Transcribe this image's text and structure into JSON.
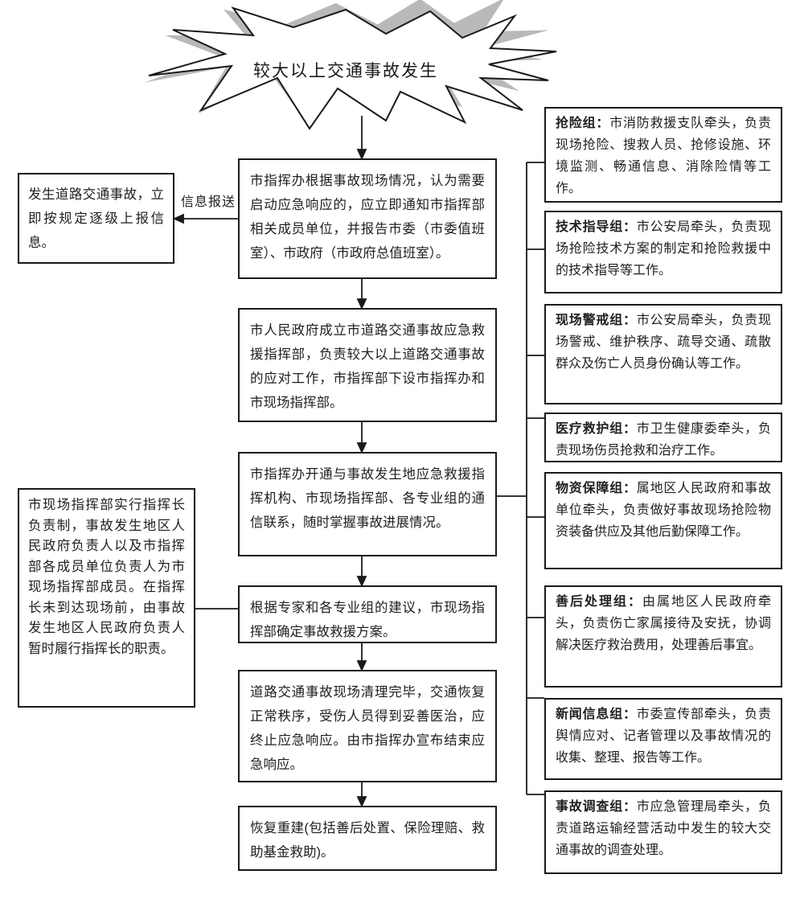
{
  "starburst": {
    "label": "较大以上交通事故发生"
  },
  "edge_labels": {
    "info_report": "信息报送"
  },
  "left_boxes": [
    {
      "text": "发生道路交通事故，立即按规定逐级上报信息。"
    },
    {
      "text": "市现场指挥部实行指挥长负责制，事故发生地区人民政府负责人以及市指挥部各成员单位负责人为市现场指挥部成员。在指挥长未到达现场前，由事故发生地区人民政府负责人暂时履行指挥长的职责。"
    }
  ],
  "center_boxes": [
    {
      "text": "市指挥办根据事故现场情况，认为需要启动应急响应的，应立即通知市指挥部相关成员单位，并报告市委（市委值班室）、市政府（市政府总值班室）。"
    },
    {
      "text": "市人民政府成立市道路交通事故应急救援指挥部，负责较大以上道路交通事故的应对工作，市指挥部下设市指挥办和市现场指挥部。"
    },
    {
      "text": "市指挥办开通与事故发生地应急救援指挥机构、市现场指挥部、各专业组的通信联系，随时掌握事故进展情况。"
    },
    {
      "text": "根据专家和各专业组的建议，市现场指挥部确定事故救援方案。"
    },
    {
      "text": "道路交通事故现场清理完毕，交通恢复正常秩序，受伤人员得到妥善医治，应终止应急响应。由市指挥办宣布结束应急响应。"
    },
    {
      "text": "恢复重建(包括善后处置、保险理赔、救助基金救助)。"
    }
  ],
  "right_boxes": [
    {
      "title": "抢险组：",
      "body": "市消防救援支队牵头，负责现场抢险、搜救人员、抢修设施、环境监测、畅通信息、消除险情等工作。"
    },
    {
      "title": "技术指导组：",
      "body": "市公安局牵头，负责现场抢险技术方案的制定和抢险救援中的技术指导等工作。"
    },
    {
      "title": "现场警戒组：",
      "body": "市公安局牵头，负责现场警戒、维护秩序、疏导交通、疏散群众及伤亡人员身份确认等工作。"
    },
    {
      "title": "医疗救护组：",
      "body": "市卫生健康委牵头，负责现场伤员抢救和治疗工作。"
    },
    {
      "title": "物资保障组：",
      "body": "属地区人民政府和事故单位牵头，负责做好事故现场抢险物资装备供应及其他后勤保障工作。"
    },
    {
      "title": "善后处理组：",
      "body": "由属地区人民政府牵头，负责伤亡家属接待及安抚，协调解决医疗救治费用，处理善后事宜。"
    },
    {
      "title": "新闻信息组：",
      "body": "市委宣传部牵头，负责舆情应对、记者管理以及事故情况的收集、整理、报告等工作。"
    },
    {
      "title": "事故调查组：",
      "body": "市应急管理局牵头，负责道路运输经营活动中发生的较大交通事故的调查处理。"
    }
  ],
  "colors": {
    "line": "#1a1a1a",
    "box_border": "#1a1a1a",
    "text": "#1f1f1f",
    "shadow": "#b9b9b9",
    "background": "#ffffff"
  }
}
